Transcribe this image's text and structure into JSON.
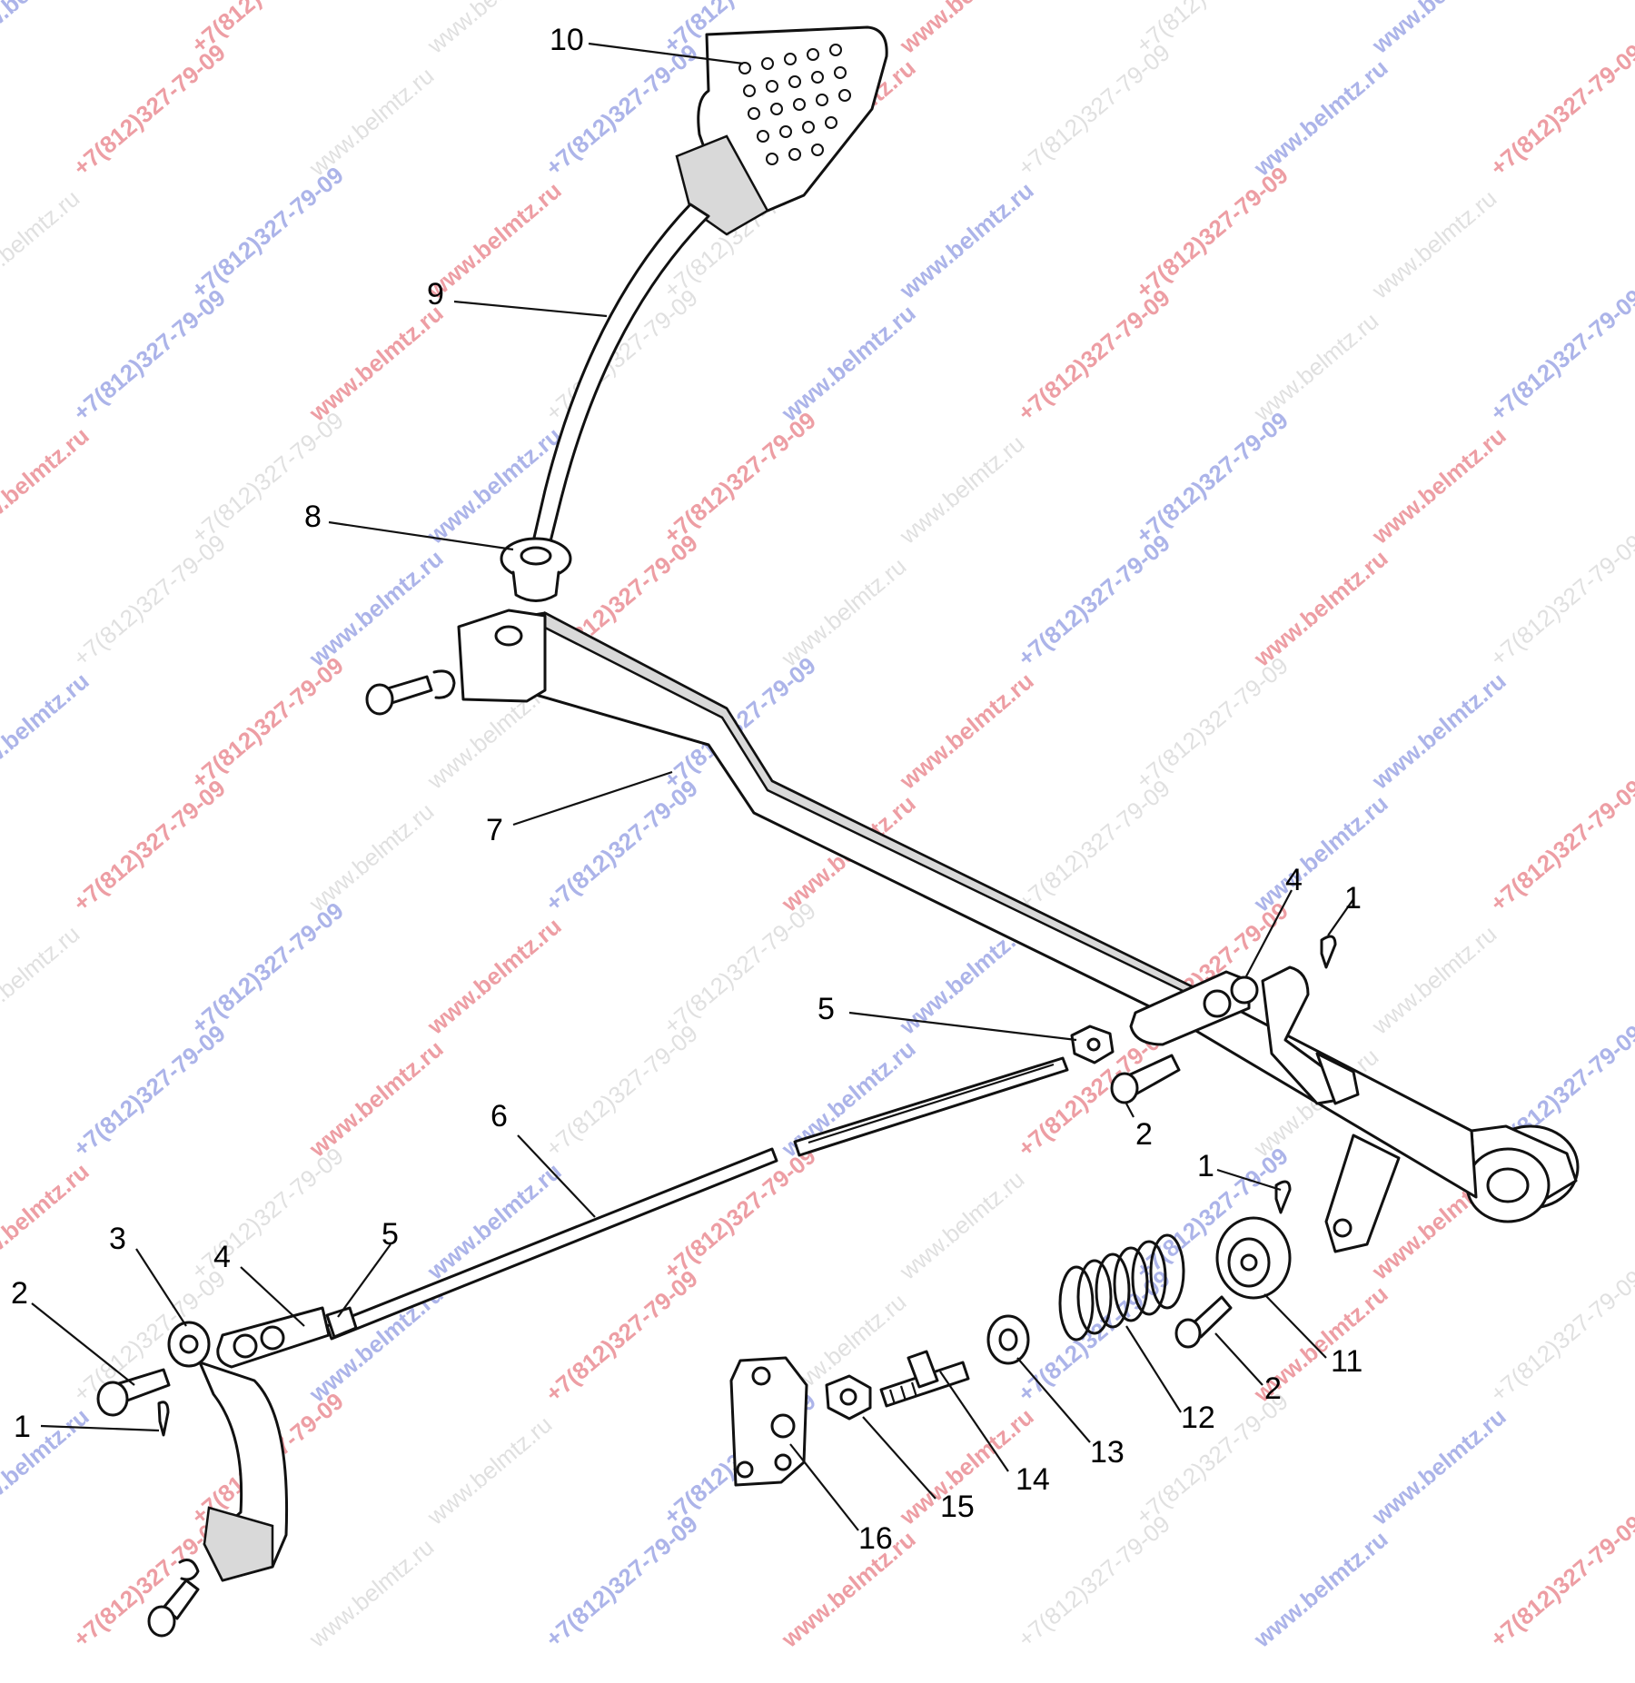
{
  "diagram": {
    "callouts": [
      {
        "id": "c10",
        "label": "10"
      },
      {
        "id": "c9",
        "label": "9"
      },
      {
        "id": "c8",
        "label": "8"
      },
      {
        "id": "c7",
        "label": "7"
      },
      {
        "id": "c4a",
        "label": "4"
      },
      {
        "id": "c1a",
        "label": "1"
      },
      {
        "id": "c5a",
        "label": "5"
      },
      {
        "id": "c2a",
        "label": "2"
      },
      {
        "id": "c6",
        "label": "6"
      },
      {
        "id": "c1b",
        "label": "1"
      },
      {
        "id": "c5b",
        "label": "5"
      },
      {
        "id": "c4b",
        "label": "4"
      },
      {
        "id": "c3",
        "label": "3"
      },
      {
        "id": "c2b",
        "label": "2"
      },
      {
        "id": "c1c",
        "label": "1"
      },
      {
        "id": "c11",
        "label": "11"
      },
      {
        "id": "c2c",
        "label": "2"
      },
      {
        "id": "c12",
        "label": "12"
      },
      {
        "id": "c13",
        "label": "13"
      },
      {
        "id": "c14",
        "label": "14"
      },
      {
        "id": "c15",
        "label": "15"
      },
      {
        "id": "c16",
        "label": "16"
      }
    ]
  },
  "watermarks": {
    "site": "www.belmtz.ru",
    "phone": "+7(812)327-79-09"
  },
  "colors": {
    "line": "#111111",
    "watermark_red": "#e0505a",
    "watermark_blue": "#6a78d8"
  }
}
